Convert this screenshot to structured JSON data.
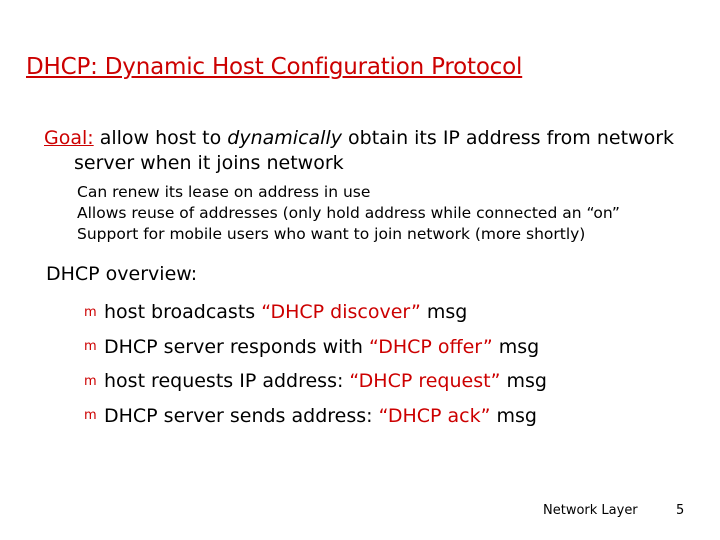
{
  "slide": {
    "title": "DHCP: Dynamic Host Configuration Protocol",
    "goal_label": "Goal:",
    "goal_text_a": " allow host to ",
    "goal_emph": "dynamically",
    "goal_text_b": " obtain its IP address from network server when it joins network",
    "sub_items": [
      "Can renew its lease on address in use",
      "Allows reuse of addresses (only hold address while connected an “on”",
      "Support for mobile users who want to join network (more shortly)"
    ],
    "overview_heading": "DHCP overview:",
    "bullet_marker": "m",
    "bullets": [
      {
        "pre": "host broadcasts ",
        "quoted": "“DHCP discover”",
        "post": " msg"
      },
      {
        "pre": "DHCP server responds with ",
        "quoted": "“DHCP offer”",
        "post": " msg"
      },
      {
        "pre": "host requests IP address: ",
        "quoted": "“DHCP request”",
        "post": " msg"
      },
      {
        "pre": "DHCP server sends address: ",
        "quoted": "“DHCP ack”",
        "post": " msg"
      }
    ],
    "footer_label": "Network Layer",
    "footer_page": "5"
  },
  "colors": {
    "accent": "#cc0000",
    "text": "#000000",
    "background": "#ffffff"
  }
}
